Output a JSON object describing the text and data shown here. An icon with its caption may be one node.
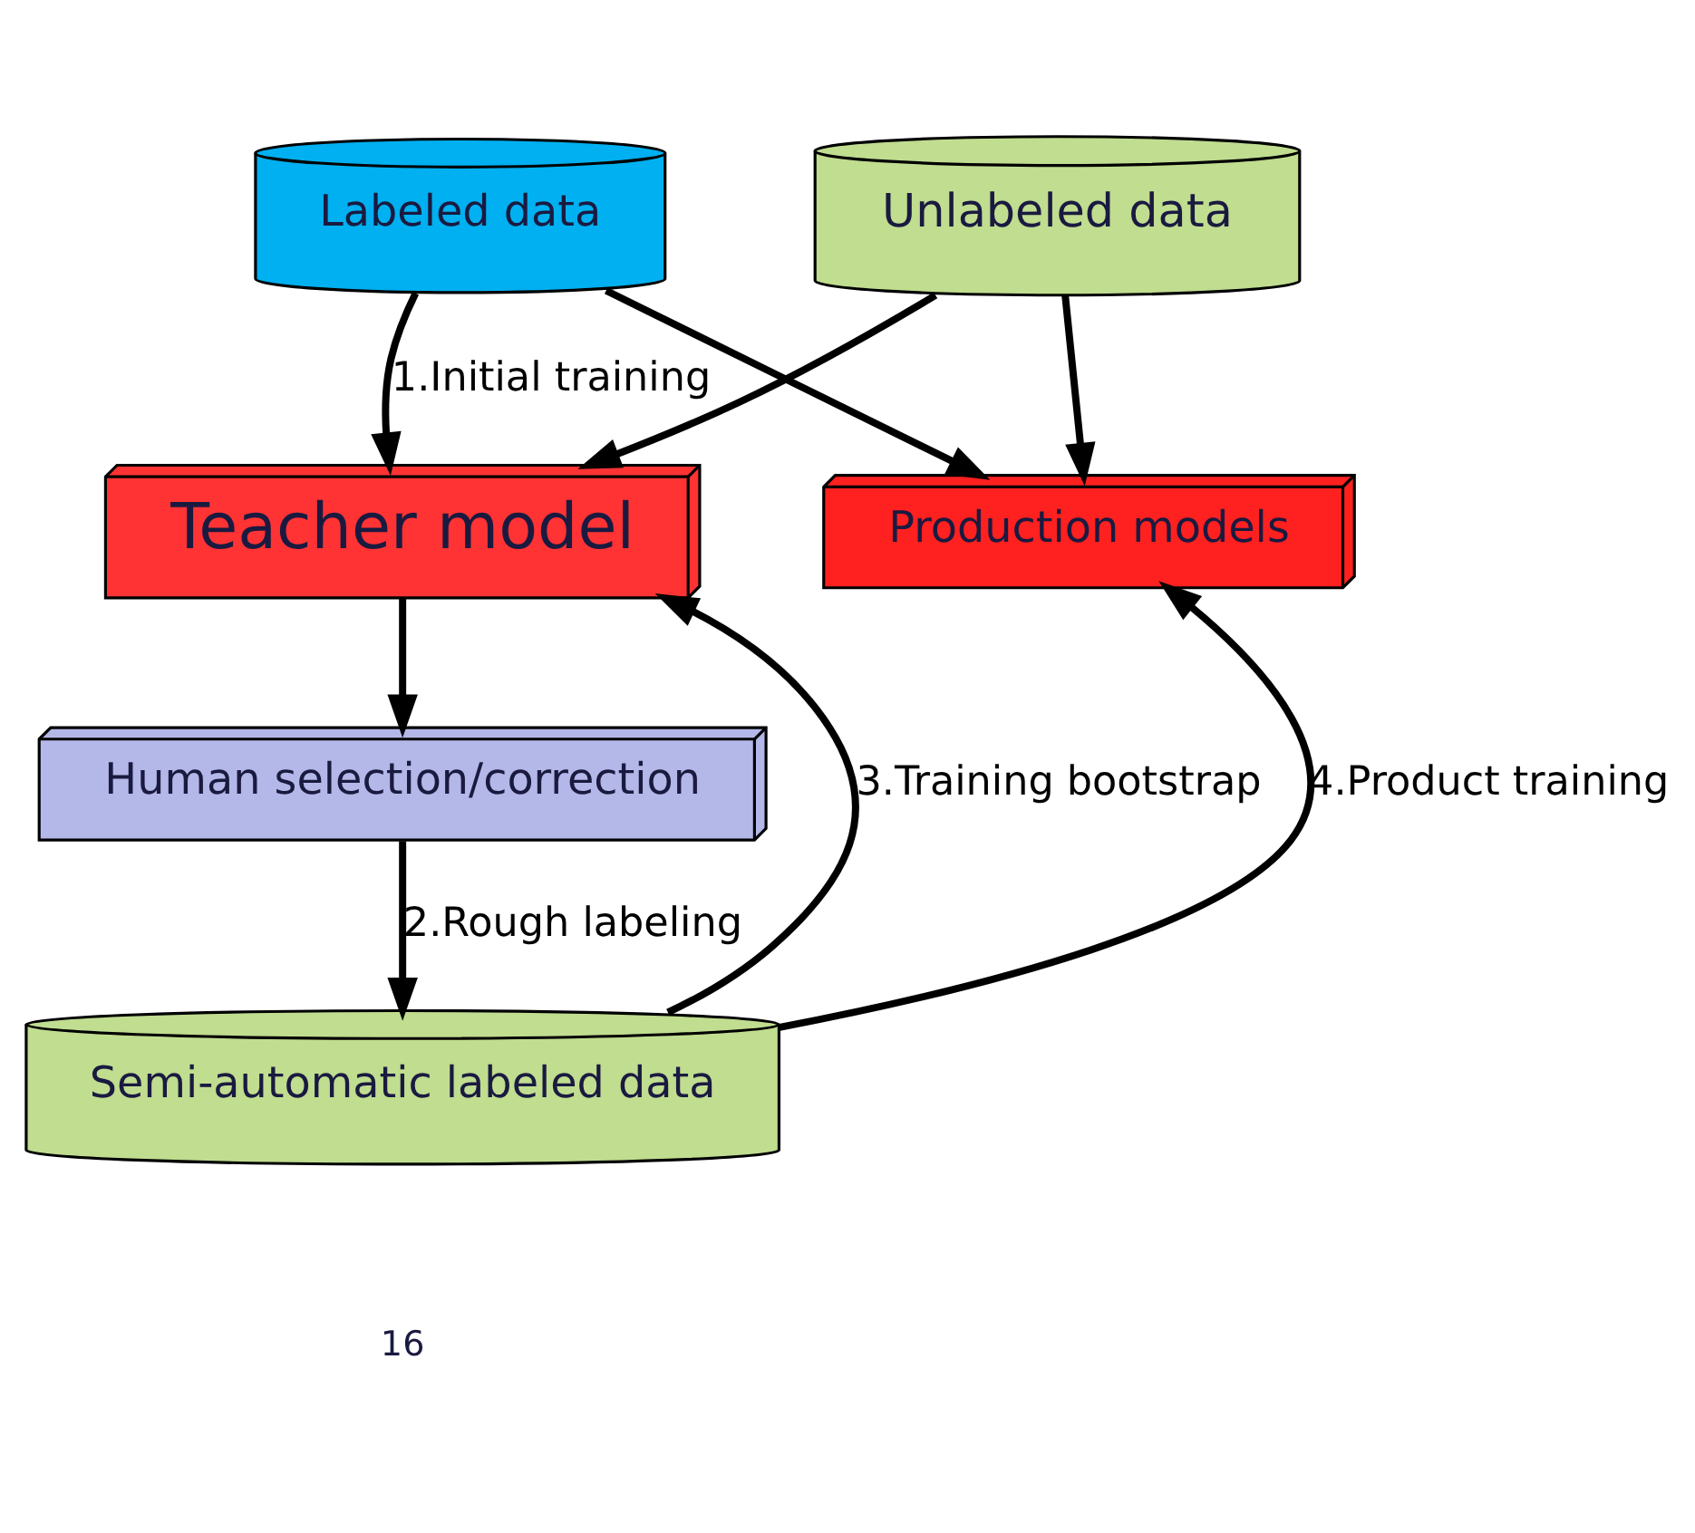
{
  "diagram": {
    "nodes": [
      {
        "text": [
          "Labeled data"
        ]
      },
      {
        "text": [
          "Unlabeled data"
        ]
      },
      {
        "text": [
          "Teacher model"
        ]
      },
      {
        "text": [
          "Production models"
        ]
      },
      {
        "text": [
          "Human selection/correction"
        ]
      },
      {
        "text": [
          "Semi-automatic labeled data"
        ]
      }
    ],
    "edges": [
      {
        "from": 0,
        "to": 2,
        "arrow": "to",
        "label": "1.Initial training"
      },
      {
        "from": 1,
        "to": 2,
        "arrow": "to"
      },
      {
        "from": 2,
        "to": 4,
        "arrow": "to"
      },
      {
        "from": 4,
        "to": 5,
        "arrow": "to",
        "label": "2.Rough labeling"
      },
      {
        "from": 5,
        "to": 2,
        "arrow": "to",
        "label": "3.Training bootstrap"
      },
      {
        "from": 0,
        "to": 3,
        "arrow": "to"
      },
      {
        "from": 1,
        "to": 3,
        "arrow": "to"
      },
      {
        "from": 5,
        "to": 3,
        "arrow": "to",
        "label": "4.Product training"
      }
    ],
    "labels": [
      "16"
    ]
  }
}
